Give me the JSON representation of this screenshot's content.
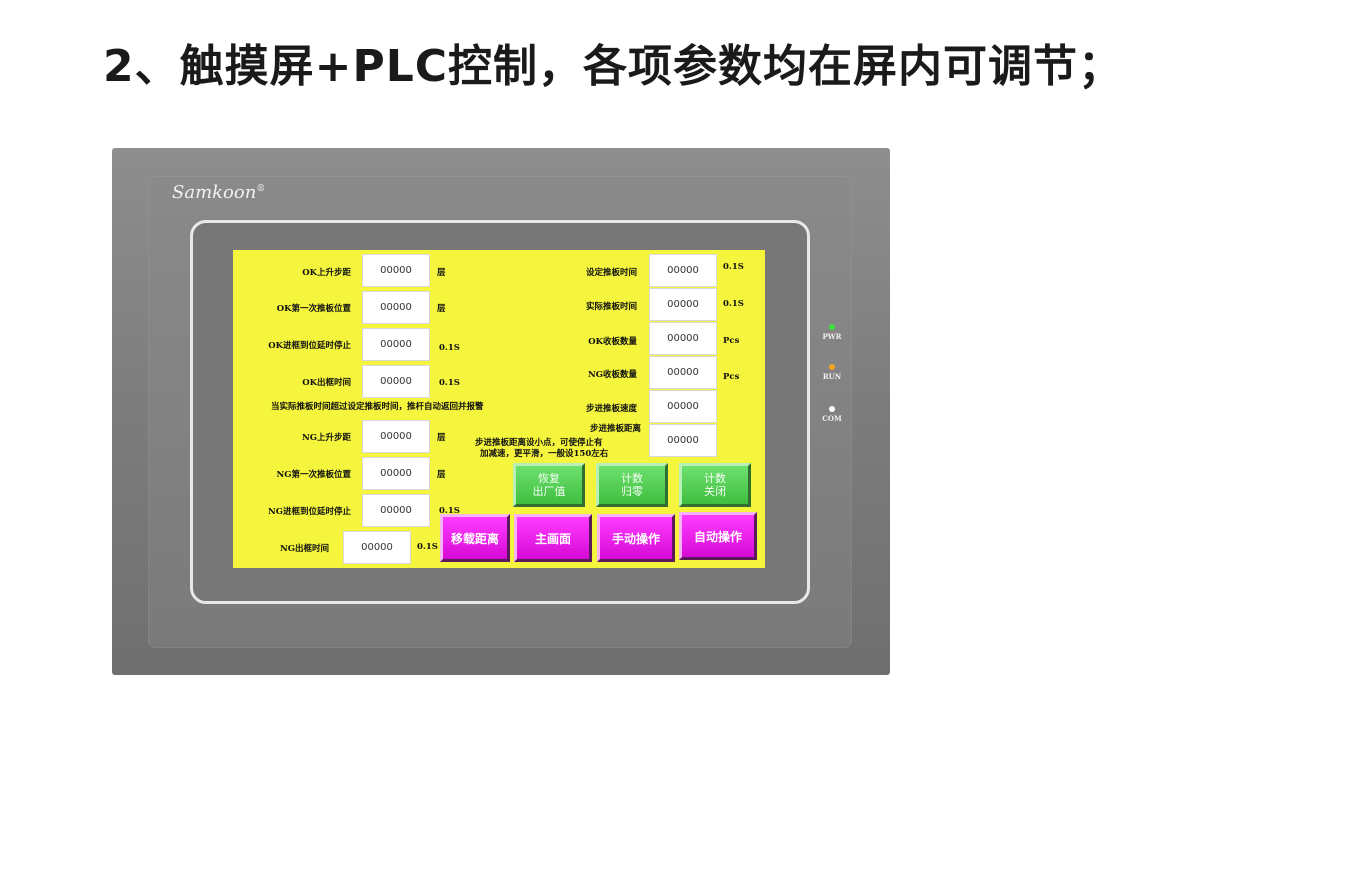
{
  "headline": "2、触摸屏+PLC控制，各项参数均在屏内可调节；",
  "device": {
    "brand": "Samkoon",
    "brand_mark": "®",
    "leds": [
      {
        "label": "PWR",
        "color": "#3ee03e"
      },
      {
        "label": "RUN",
        "color": "#f5a623"
      },
      {
        "label": "COM",
        "color": "#ffffff"
      }
    ]
  },
  "screen": {
    "left_params": [
      {
        "label": "OK上升步距",
        "value": "00000",
        "unit": "层"
      },
      {
        "label": "OK第一次推板位置",
        "value": "00000",
        "unit": "层"
      },
      {
        "label": "OK进框到位延时停止",
        "value": "00000",
        "unit": "0.1S"
      },
      {
        "label": "OK出框时间",
        "value": "00000",
        "unit": "0.1S"
      },
      {
        "label": "NG上升步距",
        "value": "00000",
        "unit": "层"
      },
      {
        "label": "NG第一次推板位置",
        "value": "00000",
        "unit": "层"
      },
      {
        "label": "NG进框到位延时停止",
        "value": "00000",
        "unit": "0.1S"
      },
      {
        "label": "NG出框时间",
        "value": "00000",
        "unit": "0.1S"
      }
    ],
    "warning_note": "当实际推板时间超过设定推板时间，推杆自动返回并报警",
    "right_params": [
      {
        "label": "设定推板时间",
        "value": "00000",
        "unit": "0.1S"
      },
      {
        "label": "实际推板时间",
        "value": "00000",
        "unit": "0.1S"
      },
      {
        "label": "OK收板数量",
        "value": "00000",
        "unit": "Pcs"
      },
      {
        "label": "NG收板数量",
        "value": "00000",
        "unit": "Pcs"
      },
      {
        "label": "步进推板速度",
        "value": "00000",
        "unit": ""
      },
      {
        "label": "步进推板距离",
        "value": "00000",
        "unit": ""
      }
    ],
    "step_note_line1": "步进推板距离设小点，可使停止有",
    "step_note_line2": "加减速，更平滑，一般设150左右",
    "green_buttons": [
      {
        "line1": "恢复",
        "line2": "出厂值"
      },
      {
        "line1": "计数",
        "line2": "归零"
      },
      {
        "line1": "计数",
        "line2": "关闭"
      }
    ],
    "pink_buttons": [
      "移载距离",
      "主画面",
      "手动操作",
      "自动操作"
    ]
  }
}
